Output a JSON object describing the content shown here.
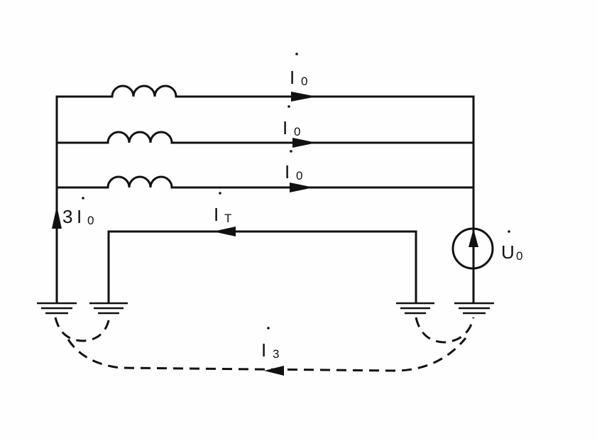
{
  "diagram": {
    "labels": {
      "i0_top": {
        "main": "I",
        "sub": "0"
      },
      "i0_mid": {
        "main": "I",
        "sub": "0"
      },
      "i0_bot": {
        "main": "I",
        "sub": "0"
      },
      "three_i0": {
        "prefix": "3",
        "main": "I",
        "sub": "0"
      },
      "it": {
        "main": "I",
        "sub": "T"
      },
      "u0": {
        "main": "U",
        "sub": "0"
      },
      "i3": {
        "main": "I",
        "sub": "3"
      }
    },
    "components": [
      "inductor",
      "inductor",
      "inductor",
      "voltage-source",
      "ground",
      "ground",
      "ground",
      "ground"
    ],
    "ink_color": "#111111",
    "background_color": "#fefefe"
  }
}
